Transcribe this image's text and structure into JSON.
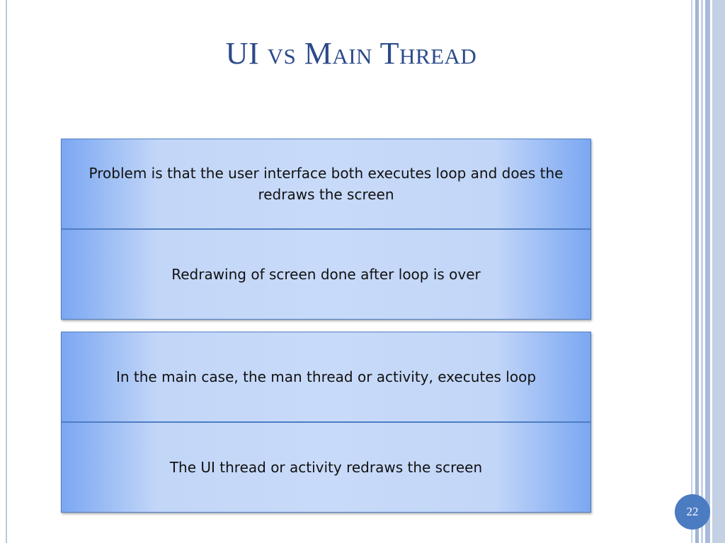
{
  "slide": {
    "title": "UI vs Main Thread",
    "page_number": "22"
  },
  "boxes": [
    {
      "text": "Problem is that the user interface both executes loop and does the redraws the screen"
    },
    {
      "text": "Redrawing of screen done after loop is over"
    },
    {
      "text": "In the main case, the man thread or activity, executes loop"
    },
    {
      "text": "The UI thread or activity redraws the screen"
    }
  ],
  "colors": {
    "title": "#2c4a8a",
    "box_edge": "#7ba7f2",
    "box_center": "#c8daf9",
    "badge": "#4b7bc1"
  }
}
